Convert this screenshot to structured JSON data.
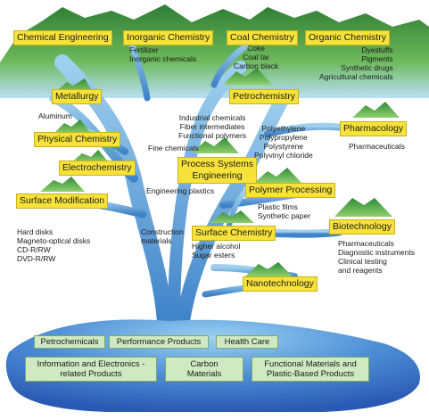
{
  "mountains": [
    {
      "label": "Chemical Engineering",
      "products": ""
    },
    {
      "label": "Inorganic Chemistry",
      "products": "Fertilizer\nInorganic chemicals"
    },
    {
      "label": "Coal Chemistry",
      "products": "Coke\nCoal tar\nCarbon black"
    },
    {
      "label": "Organic Chemistry",
      "products": "Dyestuffs\nPigments\nSynthetic drugs\nAgricultural chemicals"
    },
    {
      "label": "Metallurgy",
      "products": "Aluminum"
    },
    {
      "label": "Petrochemistry",
      "products": "Industrial chemicals\nFiber intermediates\nFunctional polymers"
    },
    {
      "label": "Physical Chemistry",
      "products": ""
    },
    {
      "label": "Pharmacology",
      "products": "Pharmaceuticals"
    },
    {
      "label": "Electrochemistry",
      "products": ""
    },
    {
      "label": "Process Systems\nEngineering",
      "products": "Fine chemicals"
    },
    {
      "label": "Surface Modification",
      "products": "Hard disks\nMagneto-optical disks\nCD-R/RW\nDVD-R/RW"
    },
    {
      "label": "Polymer Processing",
      "products": "Plastic films\nSynthetic paper"
    },
    {
      "label": "Biotechnology",
      "products": "Pharmaceuticals\nDiagnostic instruments\nClinical testing\nand reagents"
    },
    {
      "label": "Surface Chemistry",
      "products": "Higher alcohol\nSugar esters"
    },
    {
      "label": "Nanotechnology",
      "products": ""
    }
  ],
  "extra_products": {
    "polymers": "Polyethylene\nPolypropylene\nPolystyrene\nPolyvinyl chloride",
    "engineering_plastics": "Engineering plastics",
    "construction": "Construction\nmaterials"
  },
  "business_areas": [
    "Petrochemicals",
    "Performance Products",
    "Health Care",
    "Information and Electronics -\nrelated Products",
    "Carbon\nMaterials",
    "Functional Materials and\nPlastic-Based Products"
  ],
  "colors": {
    "label_bg": "#f7e23a",
    "tree": "#4f93c9",
    "ground": "#3a6fc6",
    "mountain": "#3f9a3a",
    "box_bg": "#cfe9c2"
  }
}
